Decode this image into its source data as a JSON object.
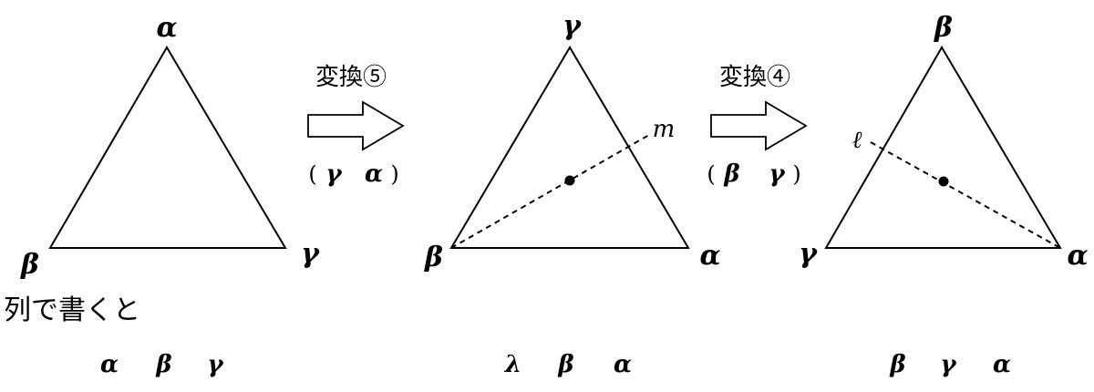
{
  "triangle1": {
    "top": "α",
    "left": "β",
    "right": "γ"
  },
  "arrow1": {
    "label": "変換⑤",
    "paren_open": "(",
    "first": "γ",
    "second": "α",
    "paren_close": ")"
  },
  "triangle2": {
    "top": "γ",
    "left": "β",
    "right": "α",
    "line_label": "m"
  },
  "arrow2": {
    "label": "変換④",
    "paren_open": "(",
    "first": "β",
    "second": "γ",
    "paren_close": ")"
  },
  "triangle3": {
    "top": "β",
    "left": "γ",
    "right": "α",
    "line_label": "ℓ"
  },
  "caption": "列で書くと",
  "sequence1": [
    "α",
    "β",
    "γ"
  ],
  "sequence2": [
    "λ",
    "β",
    "α"
  ],
  "sequence3": [
    "β",
    "γ",
    "α"
  ]
}
